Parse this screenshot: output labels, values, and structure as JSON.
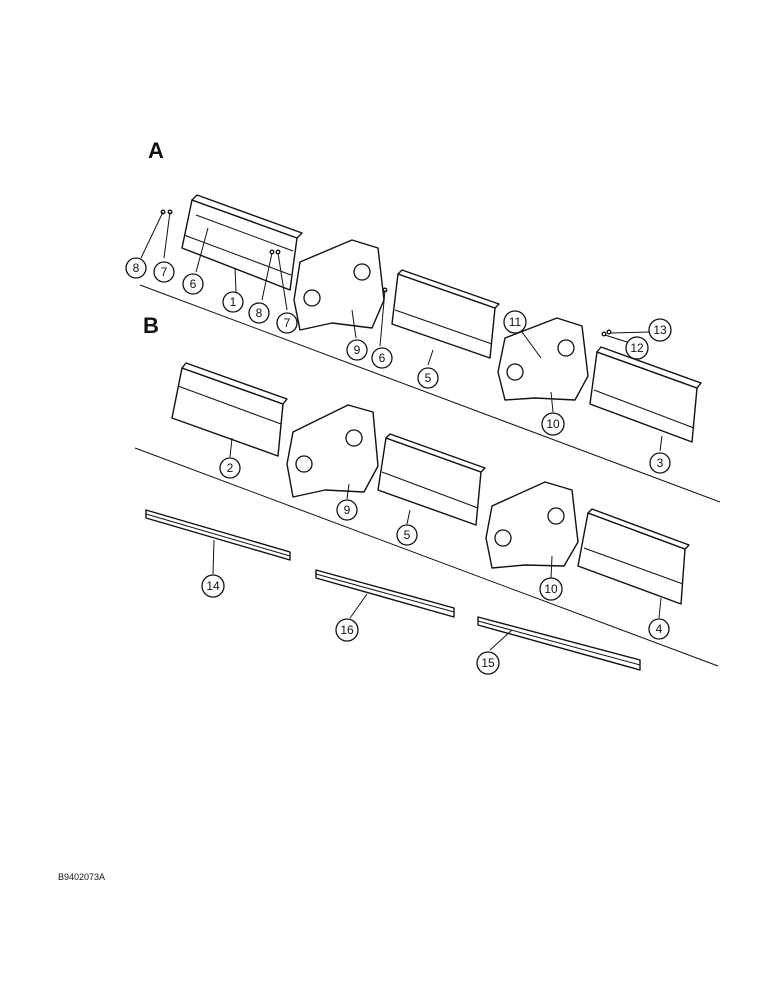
{
  "sections": [
    {
      "id": "A",
      "label": "A"
    },
    {
      "id": "B",
      "label": "B"
    }
  ],
  "figure_code": "B9402073A",
  "callouts": [
    {
      "key": "a-8a",
      "label": "8"
    },
    {
      "key": "a-7a",
      "label": "7"
    },
    {
      "key": "a-6a",
      "label": "6"
    },
    {
      "key": "a-1",
      "label": "1"
    },
    {
      "key": "a-8b",
      "label": "8"
    },
    {
      "key": "a-7b",
      "label": "7"
    },
    {
      "key": "a-9",
      "label": "9"
    },
    {
      "key": "a-6b",
      "label": "6"
    },
    {
      "key": "a-5",
      "label": "5"
    },
    {
      "key": "a-11",
      "label": "11"
    },
    {
      "key": "a-10",
      "label": "10"
    },
    {
      "key": "a-13",
      "label": "13"
    },
    {
      "key": "a-12",
      "label": "12"
    },
    {
      "key": "a-3",
      "label": "3"
    },
    {
      "key": "b-2",
      "label": "2"
    },
    {
      "key": "b-9",
      "label": "9"
    },
    {
      "key": "b-5",
      "label": "5"
    },
    {
      "key": "b-10",
      "label": "10"
    },
    {
      "key": "b-4",
      "label": "4"
    },
    {
      "key": "b-14",
      "label": "14"
    },
    {
      "key": "b-16",
      "label": "16"
    },
    {
      "key": "b-15",
      "label": "15"
    }
  ]
}
